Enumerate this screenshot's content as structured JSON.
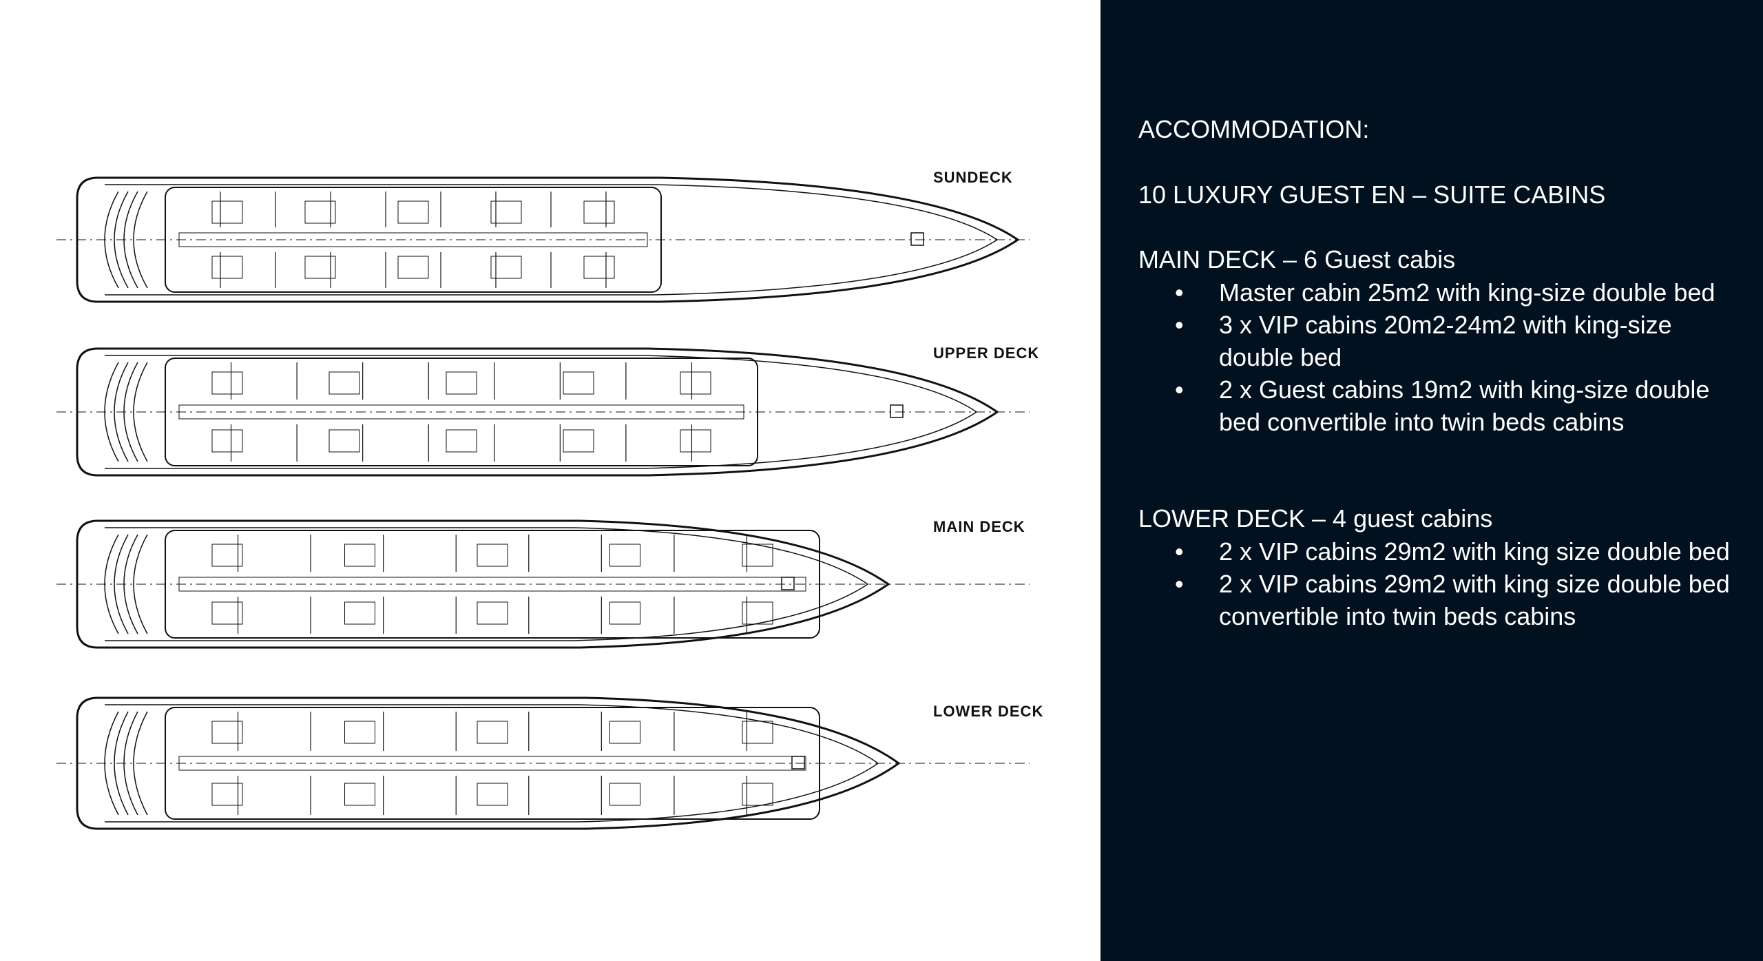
{
  "colors": {
    "panel_background": "#02111f",
    "panel_text": "#ffffff",
    "plan_background": "#ffffff",
    "plan_lines": "#111111"
  },
  "deck_plans": {
    "labels": [
      "SUNDECK",
      "UPPER DECK",
      "MAIN DECK",
      "LOWER DECK"
    ]
  },
  "accommodation": {
    "heading": "ACCOMMODATION:",
    "subtitle": "10 LUXURY GUEST EN – SUITE CABINS",
    "main_deck": {
      "title": "MAIN DECK – 6 Guest cabis",
      "items": [
        "Master cabin 25m2 with king-size double bed",
        "3 x VIP cabins  20m2-24m2 with king-size double bed",
        "2 x Guest cabins 19m2 with king-size double bed convertible into twin beds cabins"
      ]
    },
    "lower_deck": {
      "title": " LOWER DECK – 4 guest cabins",
      "items": [
        "2 x VIP cabins 29m2 with king size double bed",
        "2 x VIP cabins 29m2 with king size double bed convertible into twin beds cabins"
      ]
    },
    "bullet_symbol": "•"
  }
}
